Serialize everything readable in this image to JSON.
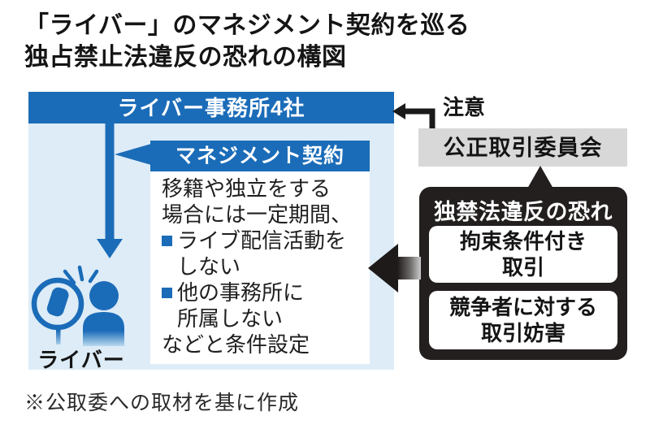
{
  "title": {
    "line1": "「ライバー」のマネジメント契約を巡る",
    "line2": "独占禁止法違反の恐れの構図"
  },
  "agency_panel": {
    "header": "ライバー事務所4社",
    "contract": {
      "header": "マネジメント契約",
      "intro": [
        "移籍や独立をする",
        "場合には一定期間、"
      ],
      "bullets": [
        {
          "lines": [
            "ライブ配信活動を",
            "しない"
          ]
        },
        {
          "lines": [
            "他の事務所に",
            "所属しない"
          ]
        }
      ],
      "outro": "などと条件設定"
    },
    "liver_label": "ライバー"
  },
  "right_column": {
    "attention_label": "注意",
    "jftc_label": "公正取引委員会",
    "violation": {
      "header": "独禁法違反の恐れ",
      "items": [
        {
          "lines": [
            "拘束条件付き",
            "取引"
          ]
        },
        {
          "lines": [
            "競争者に対する",
            "取引妨害"
          ]
        }
      ]
    }
  },
  "footnote": "※公取委への取材を基に作成",
  "icons": [
    "down-arrow-icon",
    "callout-left-tail-icon",
    "microphone-person-icon",
    "attention-elbow-arrow-icon",
    "up-triangle-tail-icon",
    "big-left-arrow-icon",
    "bullet-square-icon"
  ],
  "colors": {
    "blue": "#1b6cb8",
    "light_blue": "#ddecf7",
    "gray_box": "#d8d8d8",
    "dark": "#231f1f",
    "white": "#ffffff"
  }
}
